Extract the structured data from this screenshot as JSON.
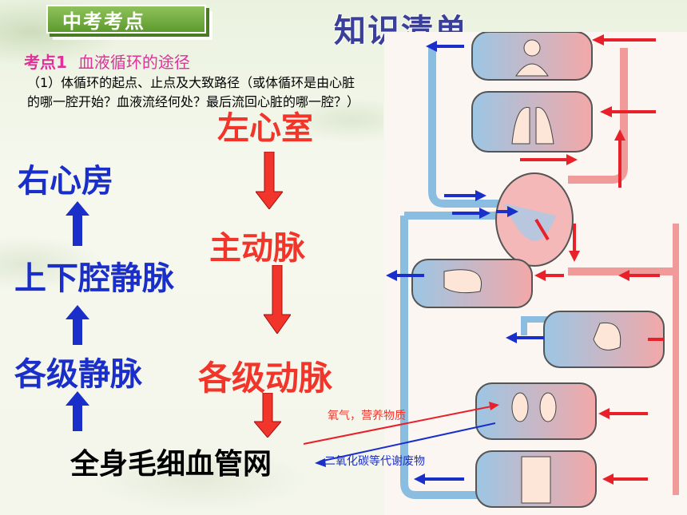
{
  "badge": "中考考点",
  "header_title": "知识清单",
  "topic": {
    "number": "考点1",
    "title": "血液循环的途径"
  },
  "question": "（1）体循环的起点、止点及大致路径（或体循环是由心脏的哪一腔开始？血液流经何处？最后流回心脏的哪一腔？）",
  "left_column": [
    "右心房",
    "上下腔静脉",
    "各级静脉"
  ],
  "right_column": [
    "左心室",
    "主动脉",
    "各级动脉"
  ],
  "bottom": "全身毛细血管网",
  "notes": {
    "oxygen": "氧气，营养物质",
    "co2": "二氧化碳等代谢废物"
  },
  "colors": {
    "blue": "#1a2fc9",
    "red": "#f2352b",
    "pink": "#e0309a",
    "green": "#6aa83a"
  }
}
